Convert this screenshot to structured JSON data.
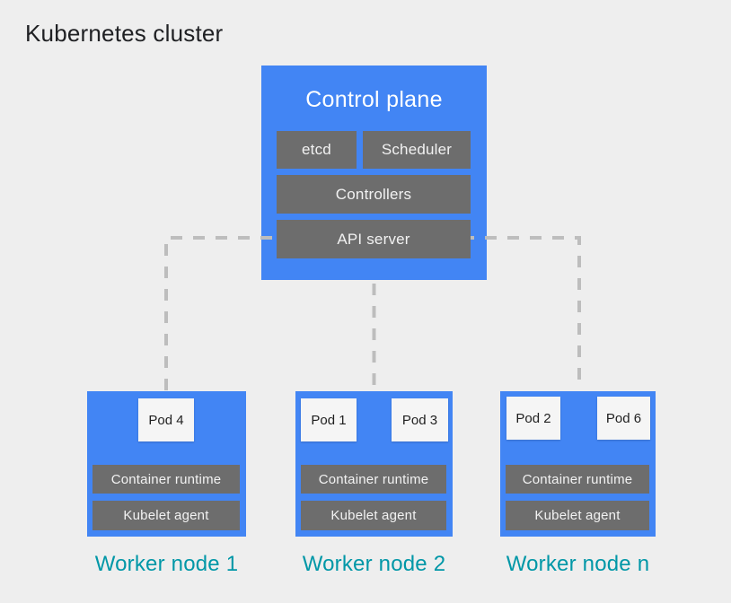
{
  "title": "Kubernetes cluster",
  "colors": {
    "background": "#eeeeee",
    "node_blue": "#4285f4",
    "component_gray": "#6d6d6d",
    "pod_white": "#f5f5f5",
    "connector_gray": "#bdbdbd",
    "label_teal": "#0097a7",
    "title_dark": "#202124"
  },
  "control_plane": {
    "title": "Control plane",
    "etcd": "etcd",
    "scheduler": "Scheduler",
    "controllers": "Controllers",
    "api_server": "API server"
  },
  "worker_nodes": [
    {
      "label": "Worker node 1",
      "pods": [
        "Pod 4"
      ],
      "container_runtime": "Container runtime",
      "kubelet": "Kubelet agent"
    },
    {
      "label": "Worker node 2",
      "pods": [
        "Pod 1",
        "Pod 3"
      ],
      "container_runtime": "Container runtime",
      "kubelet": "Kubelet agent"
    },
    {
      "label": "Worker node n",
      "pods": [
        "Pod 2",
        "Pod 6"
      ],
      "container_runtime": "Container runtime",
      "kubelet": "Kubelet agent"
    }
  ]
}
